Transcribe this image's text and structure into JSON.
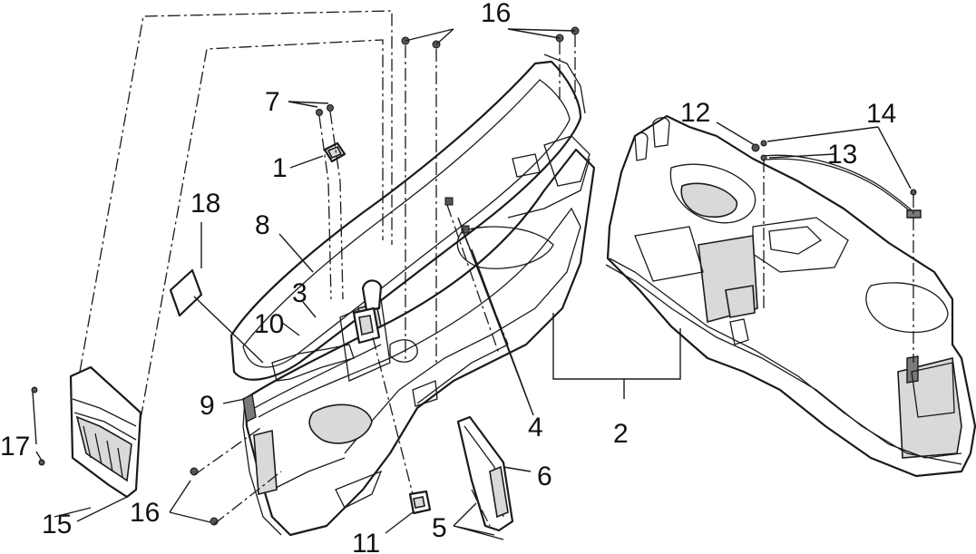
{
  "callouts": [
    {
      "id": "c1",
      "label": "1"
    },
    {
      "id": "c2",
      "label": "2"
    },
    {
      "id": "c3",
      "label": "3"
    },
    {
      "id": "c4",
      "label": "4"
    },
    {
      "id": "c5",
      "label": "5"
    },
    {
      "id": "c6",
      "label": "6"
    },
    {
      "id": "c7",
      "label": "7"
    },
    {
      "id": "c8",
      "label": "8"
    },
    {
      "id": "c9",
      "label": "9"
    },
    {
      "id": "c10",
      "label": "10"
    },
    {
      "id": "c11",
      "label": "11"
    },
    {
      "id": "c12",
      "label": "12"
    },
    {
      "id": "c13",
      "label": "13"
    },
    {
      "id": "c14",
      "label": "14"
    },
    {
      "id": "c15",
      "label": "15"
    },
    {
      "id": "c16a",
      "label": "16"
    },
    {
      "id": "c16b",
      "label": "16"
    },
    {
      "id": "c17",
      "label": "17"
    },
    {
      "id": "c18",
      "label": "18"
    }
  ]
}
